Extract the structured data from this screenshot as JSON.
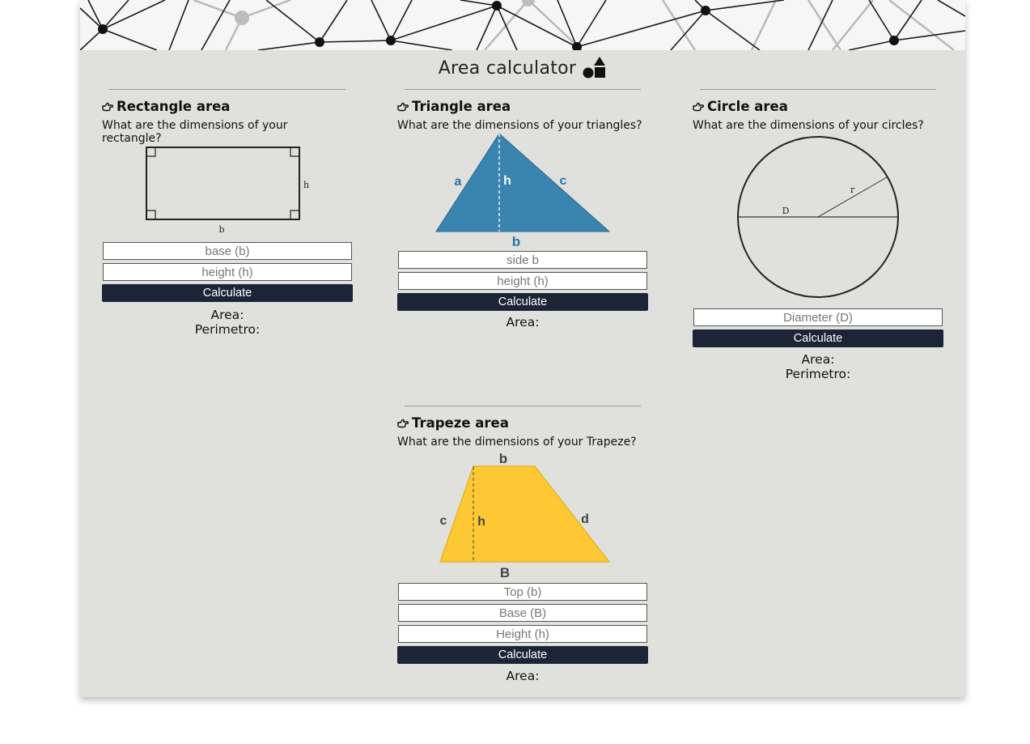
{
  "page": {
    "title": "Area calculator"
  },
  "sections": {
    "rectangle": {
      "heading": "Rectangle area",
      "question": "What are the dimensions of your rectangle?",
      "diagram_labels": {
        "height": "h",
        "base": "b"
      },
      "inputs": {
        "base_placeholder": "base (b)",
        "height_placeholder": "height (h)"
      },
      "calculate_label": "Calculate",
      "area_label": "Area:",
      "perimeter_label": "Perimetro:"
    },
    "triangle": {
      "heading": "Triangle area",
      "question": "What are the dimensions of your triangles?",
      "diagram_labels": {
        "a": "a",
        "h": "h",
        "c": "c",
        "b": "b"
      },
      "inputs": {
        "side_placeholder": "side b",
        "height_placeholder": "height (h)"
      },
      "calculate_label": "Calculate",
      "area_label": "Area:"
    },
    "circle": {
      "heading": "Circle area",
      "question": "What are the dimensions of your circles?",
      "diagram_labels": {
        "radius": "r",
        "diameter": "D"
      },
      "inputs": {
        "diameter_placeholder": "Diameter (D)"
      },
      "calculate_label": "Calculate",
      "area_label": "Area:",
      "perimeter_label": "Perimetro:"
    },
    "trapeze": {
      "heading": "Trapeze area",
      "question": "What are the dimensions of your Trapeze?",
      "diagram_labels": {
        "top": "b",
        "c": "c",
        "h": "h",
        "d": "d",
        "base": "B"
      },
      "inputs": {
        "top_placeholder": "Top (b)",
        "base_placeholder": "Base (B)",
        "height_placeholder": "Height (h)"
      },
      "calculate_label": "Calculate",
      "area_label": "Area:"
    }
  },
  "colors": {
    "card_background": "#e0e0dc",
    "button_background": "#1c2538",
    "triangle_fill": "#3a84b0",
    "trapeze_fill": "#fec834"
  },
  "icons": [
    "shapes-icon",
    "hand-pointing-right-icon"
  ]
}
